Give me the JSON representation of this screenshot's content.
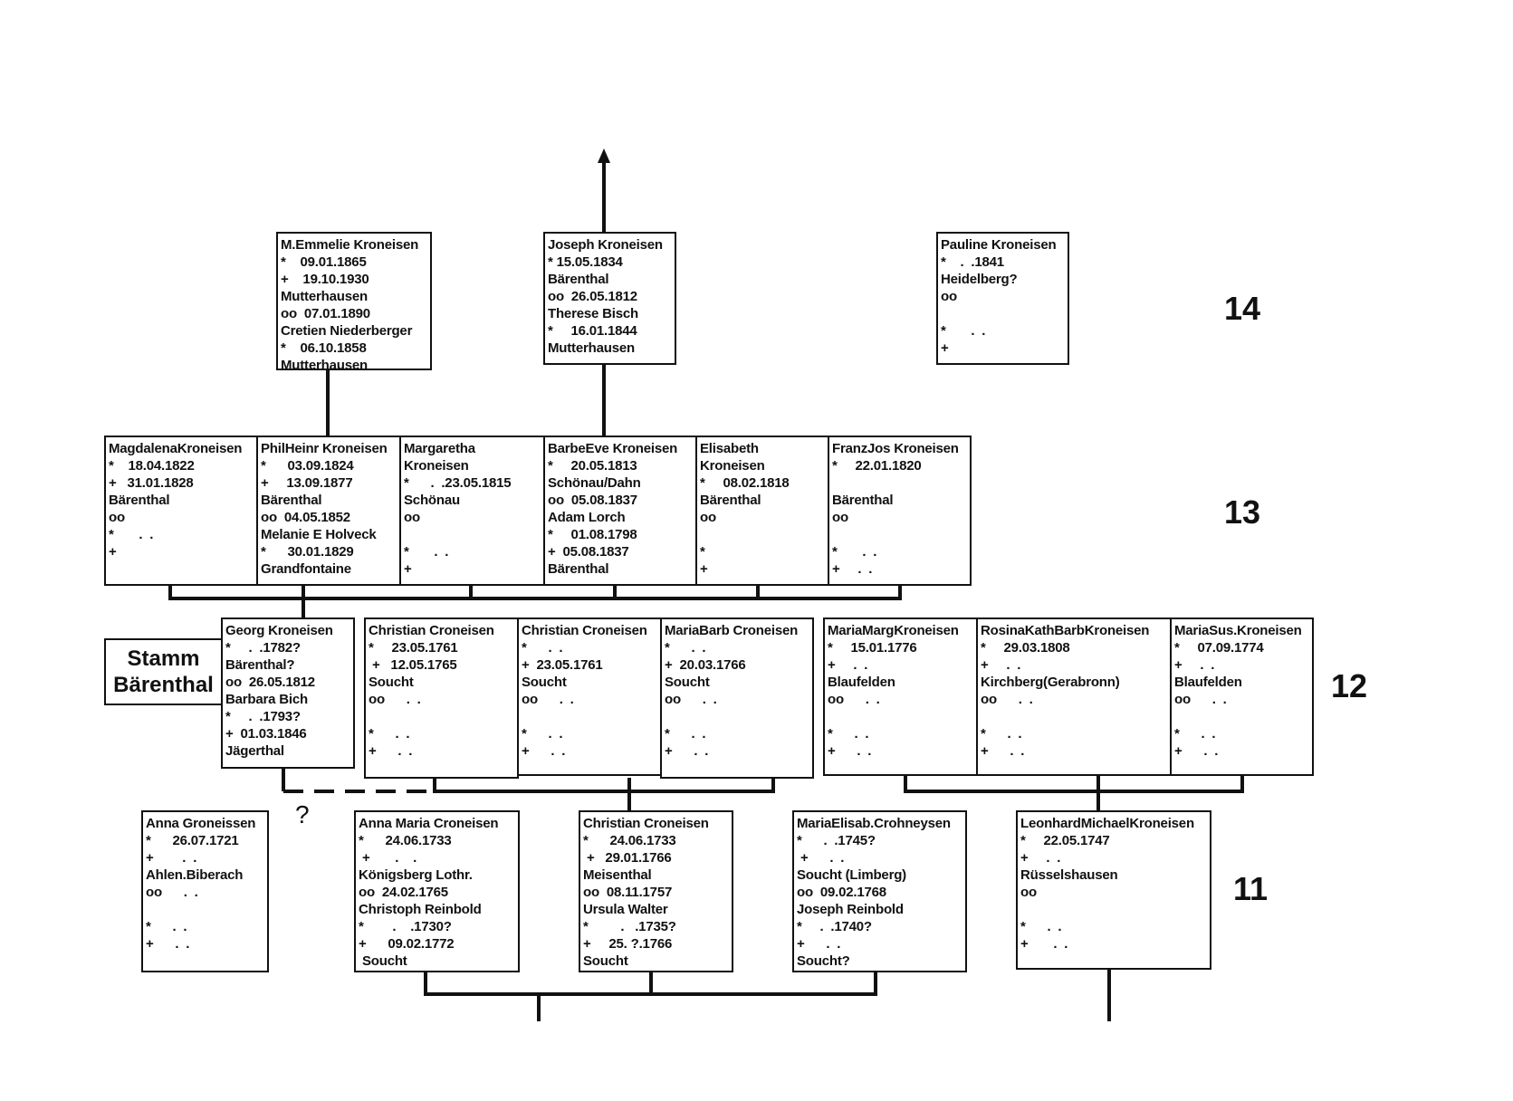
{
  "stamm": {
    "line1": "Stamm",
    "line2": "Bärenthal"
  },
  "generations": {
    "g14": "14",
    "g13": "13",
    "g12": "12",
    "g11": "11"
  },
  "uncertain_mark": "?",
  "persons": {
    "emmelie": [
      "M.Emmelie Kroneisen",
      "*    09.01.1865",
      "+    19.10.1930",
      "Mutterhausen",
      "oo  07.01.1890",
      "Cretien Niederberger",
      "*    06.10.1858",
      "Mutterhausen"
    ],
    "joseph": [
      "Joseph Kroneisen",
      "* 15.05.1834",
      "Bärenthal",
      "oo  26.05.1812",
      "Therese Bisch",
      "*     16.01.1844",
      "Mutterhausen"
    ],
    "pauline": [
      "Pauline Kroneisen",
      "*    .  .1841",
      "Heidelberg?",
      "oo",
      "",
      "*       .  .",
      "+"
    ],
    "magdalena": [
      "MagdalenaKroneisen",
      "*    18.04.1822",
      "+   31.01.1828",
      "Bärenthal",
      "oo",
      "*       .  .",
      "+"
    ],
    "philheinr": [
      "PhilHeinr Kroneisen",
      "*      03.09.1824",
      "+     13.09.1877",
      "Bärenthal",
      "oo  04.05.1852",
      "Melanie E Holveck",
      "*      30.01.1829",
      "Grandfontaine"
    ],
    "margaretha": [
      "Margaretha",
      "Kroneisen",
      "*      .  .23.05.1815",
      "Schönau",
      "oo",
      "",
      "*       .  .",
      "+"
    ],
    "barbeeve": [
      "BarbeEve Kroneisen",
      "*     20.05.1813",
      "Schönau/Dahn",
      "oo  05.08.1837",
      "Adam Lorch",
      "*     01.08.1798",
      "+  05.08.1837",
      "Bärenthal"
    ],
    "elisabeth": [
      "Elisabeth",
      "Kroneisen",
      "*     08.02.1818",
      "Bärenthal",
      "oo",
      "",
      "*",
      "+"
    ],
    "franzjos": [
      "FranzJos Kroneisen",
      "*     22.01.1820",
      "",
      "Bärenthal",
      "oo",
      "",
      "*       .  .",
      "+     .  ."
    ],
    "georg": [
      "Georg Kroneisen",
      "*     .  .1782?",
      "Bärenthal?",
      "oo  26.05.1812",
      "Barbara Bich",
      "*     .  .1793?",
      "+  01.03.1846",
      "Jägerthal"
    ],
    "christian1761": [
      "Christian Croneisen",
      "*     23.05.1761",
      " +   12.05.1765",
      "Soucht",
      "oo      .  .",
      "",
      "*      .  .",
      "+      .  ."
    ],
    "christian_d1761": [
      "Christian Croneisen",
      "*      .  .",
      "+  23.05.1761",
      "Soucht",
      "oo      .  .",
      "",
      "*      .  .",
      "+      .  ."
    ],
    "mariabarb": [
      "MariaBarb Croneisen",
      "*      .  .",
      "+  20.03.1766",
      "Soucht",
      "oo      .  .",
      "",
      "*      .  .",
      "+      .  ."
    ],
    "mariamarg": [
      "MariaMargKroneisen",
      "*     15.01.1776",
      "+     .  .",
      "Blaufelden",
      "oo      .  .",
      "",
      "*      .  .",
      "+      .  ."
    ],
    "rosina": [
      "RosinaKathBarbKroneisen",
      "*     29.03.1808",
      "+     .  .",
      "Kirchberg(Gerabronn)",
      "oo      .  .",
      "",
      "*      .  .",
      "+      .  ."
    ],
    "mariasus": [
      "MariaSus.Kroneisen",
      "*     07.09.1774",
      "+     .  .",
      "Blaufelden",
      "oo      .  .",
      "",
      "*      .  .",
      "+      .  ."
    ],
    "annag": [
      "Anna Groneissen",
      "*      26.07.1721",
      "+        .  .",
      "Ahlen.Biberach",
      "oo      .  .",
      "",
      "*      .  .",
      "+      .  ."
    ],
    "annamaria": [
      "Anna Maria Croneisen",
      "*      24.06.1733",
      " +       .    .",
      "Königsberg Lothr.",
      "oo  24.02.1765",
      "Christoph Reinbold",
      "*        .    .1730?",
      "+      09.02.1772",
      " Soucht"
    ],
    "christian1733": [
      "Christian Croneisen",
      "*      24.06.1733",
      " +   29.01.1766",
      "Meisenthal",
      "oo  08.11.1757",
      "Ursula Walter",
      "*         .   .1735?",
      "+     25. ?.1766",
      "Soucht"
    ],
    "mariaelisab": [
      "MariaElisab.Crohneysen",
      "*      .  .1745?",
      " +      .  .",
      "Soucht (Limberg)",
      "oo  09.02.1768",
      "Joseph Reinbold",
      "*     .  .1740?",
      "+      .  .",
      "Soucht?"
    ],
    "leonhard": [
      "LeonhardMichaelKroneisen",
      "*     22.05.1747",
      "+     .  .",
      "Rüsselshausen",
      "oo",
      "",
      "*      .  .",
      "+       .  ."
    ]
  }
}
